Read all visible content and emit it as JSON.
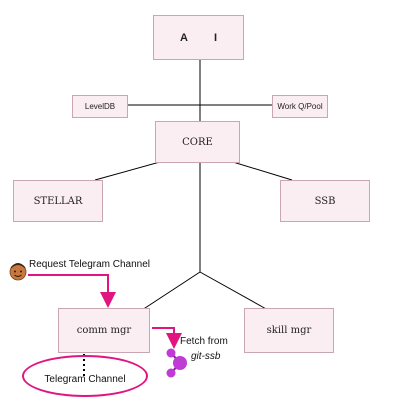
{
  "nodes": {
    "ai_left": "A",
    "ai_right": "I",
    "leveldb": "LevelDB",
    "work_pool": "Work Q/Pool",
    "core": "CORE",
    "stellar": "STELLAR",
    "ssb": "SSB",
    "comm_mgr": "comm mgr",
    "skill_mgr": "skill mgr"
  },
  "annotations": {
    "request": "Request Telegram Channel",
    "fetch_line1": "Fetch from",
    "fetch_line2": "git-ssb",
    "telegram_channel": "Telegram Channel"
  },
  "colors": {
    "node_fill": "#fbeef2",
    "node_border": "#c9a7b2",
    "edge": "#000000",
    "accent": "#e0157f",
    "person_skin": "#c8773f",
    "git_icon": "#c03ad6"
  },
  "icons": [
    "person-emoji-icon",
    "git-ssb-logo-icon"
  ]
}
